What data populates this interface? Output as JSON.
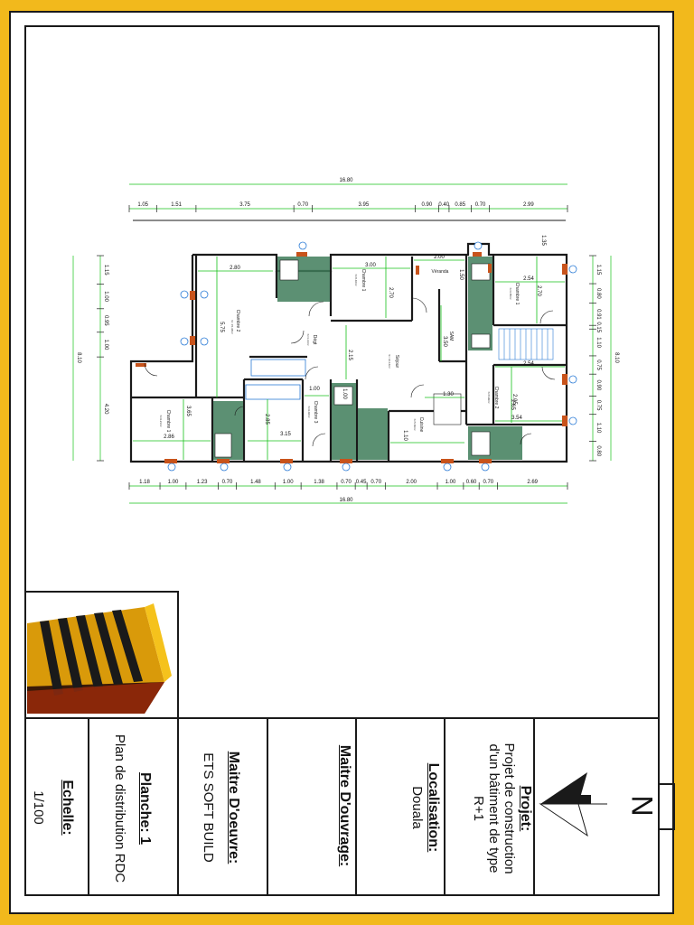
{
  "dimensions_top": {
    "total": "16.80",
    "segments": [
      "1.05",
      "1.51",
      "3.75",
      "0.70",
      "3.95",
      "0.90",
      "0.40",
      "0.85",
      "0.70",
      "2.99"
    ],
    "side": "1.35"
  },
  "dimensions_bottom": {
    "total": "16.80",
    "segments": [
      "1.18",
      "1.00",
      "1.23",
      "0.70",
      "1.48",
      "1.00",
      "1.38",
      "0.70",
      "0.45",
      "0.70",
      "2.00",
      "1.00",
      "0.60",
      "0.70",
      "2.69"
    ]
  },
  "dimensions_left": {
    "total": "8.10",
    "segments": [
      "1.15",
      "1.00",
      "0.95",
      "1.00",
      "4.20"
    ]
  },
  "dimensions_right": {
    "total": "8.10",
    "segments": [
      "1.15",
      "0.80",
      "0.91",
      "0.15",
      "1.10",
      "0.75",
      "0.90",
      "0.75",
      "1.10",
      "0.80"
    ]
  },
  "interior_dims": [
    "2.80",
    "3.00",
    "2.00",
    "2.54",
    "2.70",
    "1.50",
    "2.70",
    "5.75",
    "2.15",
    "3.50",
    "1.00",
    "1.30",
    "2.54",
    "2.65",
    "3.54",
    "2.86",
    "3.15",
    "2.85",
    "3.65",
    "1.10",
    "2.05",
    "1.00"
  ],
  "rooms": {
    "chambre_2_left": "Chambre 2",
    "chambre_1_center": "Chambre 1",
    "veranda": "Véranda",
    "chambre_1_right": "Chambre 1",
    "degt": "Dégt",
    "sejour": "Séjour",
    "sam": "SAM",
    "chambre_1_bottom": "Chambre 1",
    "chambre_3": "Chambre 3",
    "cuisine": "Cuisine",
    "chambre_2_right": "Chambre 2"
  },
  "room_areas": {
    "chambre_2_left": "S= 15.38m²",
    "chambre_1_center": "S=8.40m²",
    "chambre_1_right": "S=6.85m²",
    "degt": "S=3.31m²",
    "sejour": "S= 16.16m²",
    "chambre_1_bottom": "S=9.21m²",
    "chambre_3": "S=9.02m²",
    "cuisine": "S=5.86m²",
    "chambre_2_right": "S=8.99m²"
  },
  "colors": {
    "border": "#f2b91c",
    "wall": "#1a1a1a",
    "dim_line": "#17c21a",
    "door_frame": "#c8531b",
    "window": "#2b7bd6",
    "tile": "#3f7d5a"
  },
  "title_block": {
    "projet_label": "Projet:",
    "projet_value_l1": "Projet de construction",
    "projet_value_l2": "d'un bâtiment de type",
    "projet_value_l3": "R+1",
    "localisation_label": "Localisation:",
    "localisation_value": "Douala",
    "maitre_ouvrage_label": "Maitre D'ouvrage:",
    "maitre_oeuvre_label": "Maitre D'oeuvre:",
    "maitre_oeuvre_value": "ETS SOFT BUILD",
    "planche_label": "Planche: 1",
    "planche_value": "Plan de distribution RDC",
    "echelle_label": "Echelle:",
    "echelle_value": "1/100",
    "north_label": "N",
    "north_icon": "north-arrow-icon",
    "logo_icon": "company-logo-icon"
  }
}
